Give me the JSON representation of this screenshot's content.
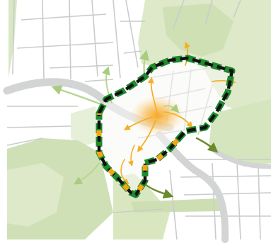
{
  "map": {
    "colors": {
      "background": "#ffffff",
      "parcel": "#f6f7f6",
      "street": "#c9cccb",
      "main_road": "#d6d8d8",
      "green_light": "#e6efd8",
      "green_mid": "#d3e3bd",
      "green_dark": "#c2d8a8",
      "boundary_outer": "#1f8a2e",
      "boundary_inner": "#111111",
      "boundary_accent": "#f2a516",
      "center_glow": "#f7a21b",
      "arrow_orange": "#f5b026",
      "arrow_green": "#b6d690",
      "arrow_dark_green": "#6b8a2c"
    },
    "layers": {
      "center": "center-glow",
      "boundary": "study-area-boundary",
      "flows": "connection-arrows"
    }
  }
}
